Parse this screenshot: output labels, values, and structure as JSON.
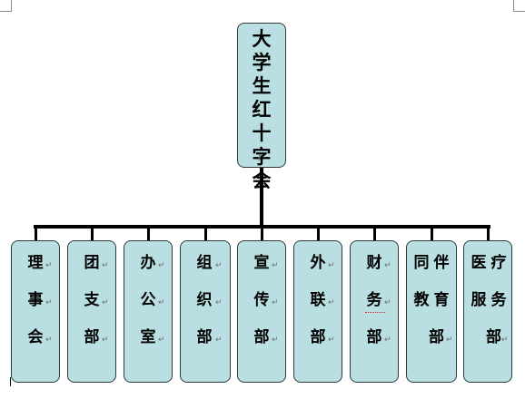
{
  "root": {
    "label": [
      "大",
      "学",
      "生",
      "红",
      "十",
      "字",
      "会"
    ]
  },
  "departments": [
    {
      "id": "lishihui",
      "cols": [
        [
          "理",
          "事",
          "会"
        ]
      ]
    },
    {
      "id": "tuanzhibu",
      "cols": [
        [
          "团",
          "支",
          "部"
        ]
      ]
    },
    {
      "id": "bangongshi",
      "cols": [
        [
          "办",
          "公",
          "室"
        ]
      ]
    },
    {
      "id": "zuzhibu",
      "cols": [
        [
          "组",
          "织",
          "部"
        ]
      ]
    },
    {
      "id": "xuanchuanbu",
      "cols": [
        [
          "宣",
          "传",
          "部"
        ]
      ]
    },
    {
      "id": "wailianbu",
      "cols": [
        [
          "外",
          "联",
          "部"
        ]
      ]
    },
    {
      "id": "caiwubu",
      "cols": [
        [
          "财",
          "务",
          "部"
        ]
      ]
    },
    {
      "id": "tongbanjiaoyubu",
      "cols": [
        [
          "同",
          "教",
          ""
        ],
        [
          "伴",
          "育",
          "部"
        ]
      ]
    },
    {
      "id": "yiliaofuwubu",
      "cols": [
        [
          "医",
          "服",
          ""
        ],
        [
          "疗",
          "务",
          "部"
        ]
      ]
    }
  ],
  "marks": {
    "paragraph": "↵",
    "anchor": "ℓ"
  },
  "colors": {
    "box_fill": "#b9dfe2",
    "box_border": "#2c3a3c",
    "connector": "#000000"
  }
}
